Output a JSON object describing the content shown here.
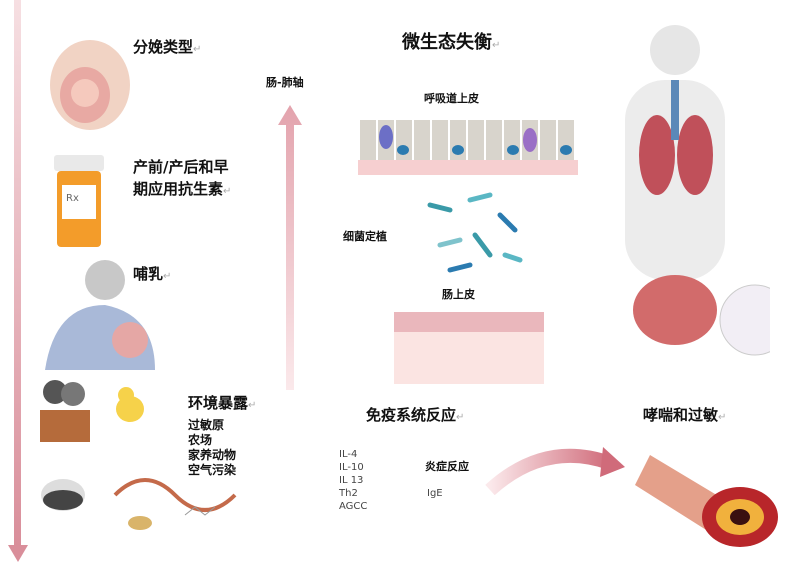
{
  "left": {
    "delivery": "分娩类型",
    "antibiotics": [
      "产前/产后和早",
      "期应用抗生素"
    ],
    "breastfeeding": "哺乳",
    "environment": {
      "title": "环境暴露",
      "items": [
        "过敏原",
        "农场",
        "家养动物",
        "空气污染"
      ]
    }
  },
  "center": {
    "title": "微生态失衡",
    "axis": "肠-肺轴",
    "airway": "呼吸道上皮",
    "bacteria": "细菌定植",
    "gut": "肠上皮"
  },
  "immune": {
    "title": "免疫系统反应",
    "cytokines": [
      "IL-4",
      "IL-10",
      "IL 13",
      "Th2",
      "AGCC"
    ],
    "inflammation": "炎症反应",
    "ige": "IgE"
  },
  "outcome": "哮喘和过敏",
  "colors": {
    "arrow": "#e8b4bc",
    "tissue": "#f4d4d4",
    "organ": "#c0505a"
  }
}
